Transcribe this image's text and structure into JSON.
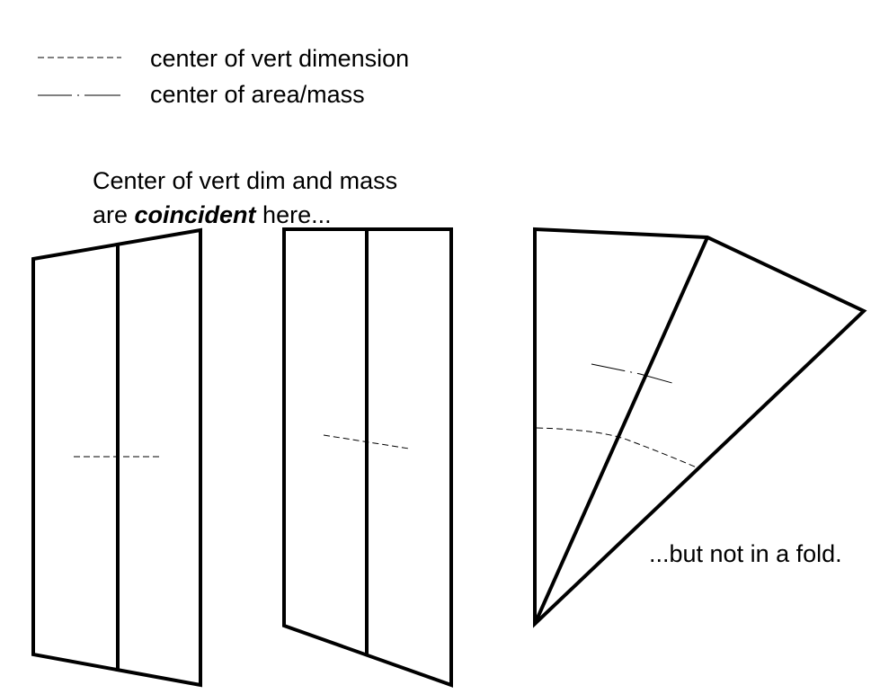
{
  "legend": {
    "items": [
      {
        "label": "center of vert dimension",
        "line_style": "dashed"
      },
      {
        "label": "center of area/mass",
        "line_style": "dash-dot"
      }
    ]
  },
  "caption": {
    "line1": "Center of vert dim and mass",
    "line2_emphasis": "coincident",
    "line2_prefix": "are ",
    "line2_suffix": " here..."
  },
  "fold_caption": "...but not in a fold.",
  "colors": {
    "stroke": "#000000",
    "background": "#ffffff"
  }
}
